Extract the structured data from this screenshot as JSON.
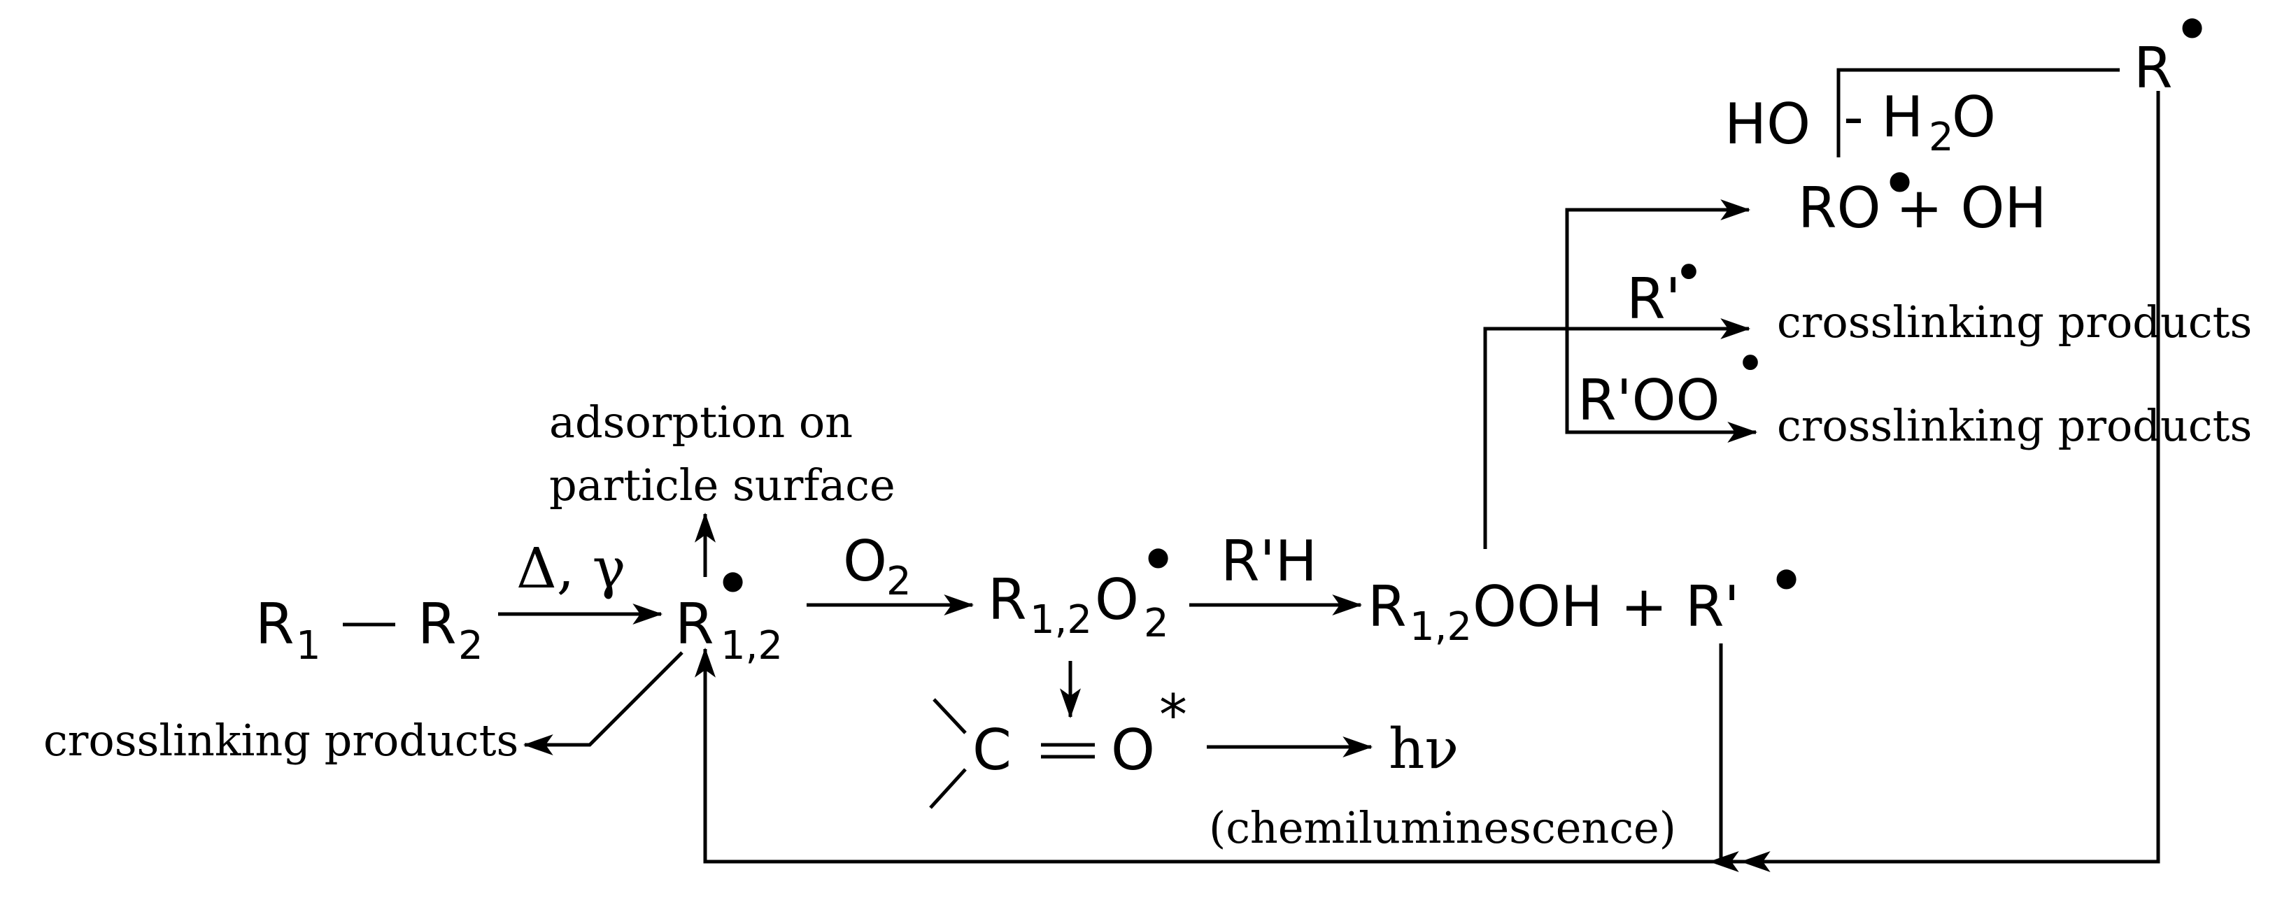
{
  "nodes": {
    "r1": {
      "base": "R",
      "sub": "1"
    },
    "r2": {
      "base": "R",
      "sub": "2"
    },
    "radical": {
      "base": "R",
      "sub": "1,2",
      "sup": "•"
    },
    "peroxyl": {
      "base": "R",
      "sub": "1,2",
      "mid": "O",
      "sub2": "2",
      "sup": "•"
    },
    "hydroperoxide": {
      "base": "R",
      "sub": "1,2",
      "rest": "OOH + R'",
      "sup": "•"
    },
    "carbonyl": {
      "c": "C",
      "o": "O",
      "star": "*"
    },
    "hv": "hν",
    "chemiluminescence": "(chemiluminescence)",
    "adsorption_1": "adsorption on",
    "adsorption_2": "particle surface",
    "crosslinking_left": "crosslinking products",
    "crosslinking_1": "crosslinking products",
    "crosslinking_2": "crosslinking products",
    "ro_oh": {
      "ro": "RO",
      "dot": "•",
      "rest": " + OH"
    },
    "ho": "HO",
    "minus_water": {
      "pre": "- H",
      "sub": "2",
      "post": "O"
    },
    "r_top": {
      "base": "R",
      "sup": "•"
    }
  },
  "arrow_labels": {
    "heat_gamma": "Δ, γ",
    "o2": {
      "base": "O",
      "sub": "2"
    },
    "rh": "R'H",
    "r_prime": {
      "base": "R'",
      "sup": "•"
    },
    "r_prime_oo": {
      "base": "R'OO",
      "sup": "•"
    }
  }
}
